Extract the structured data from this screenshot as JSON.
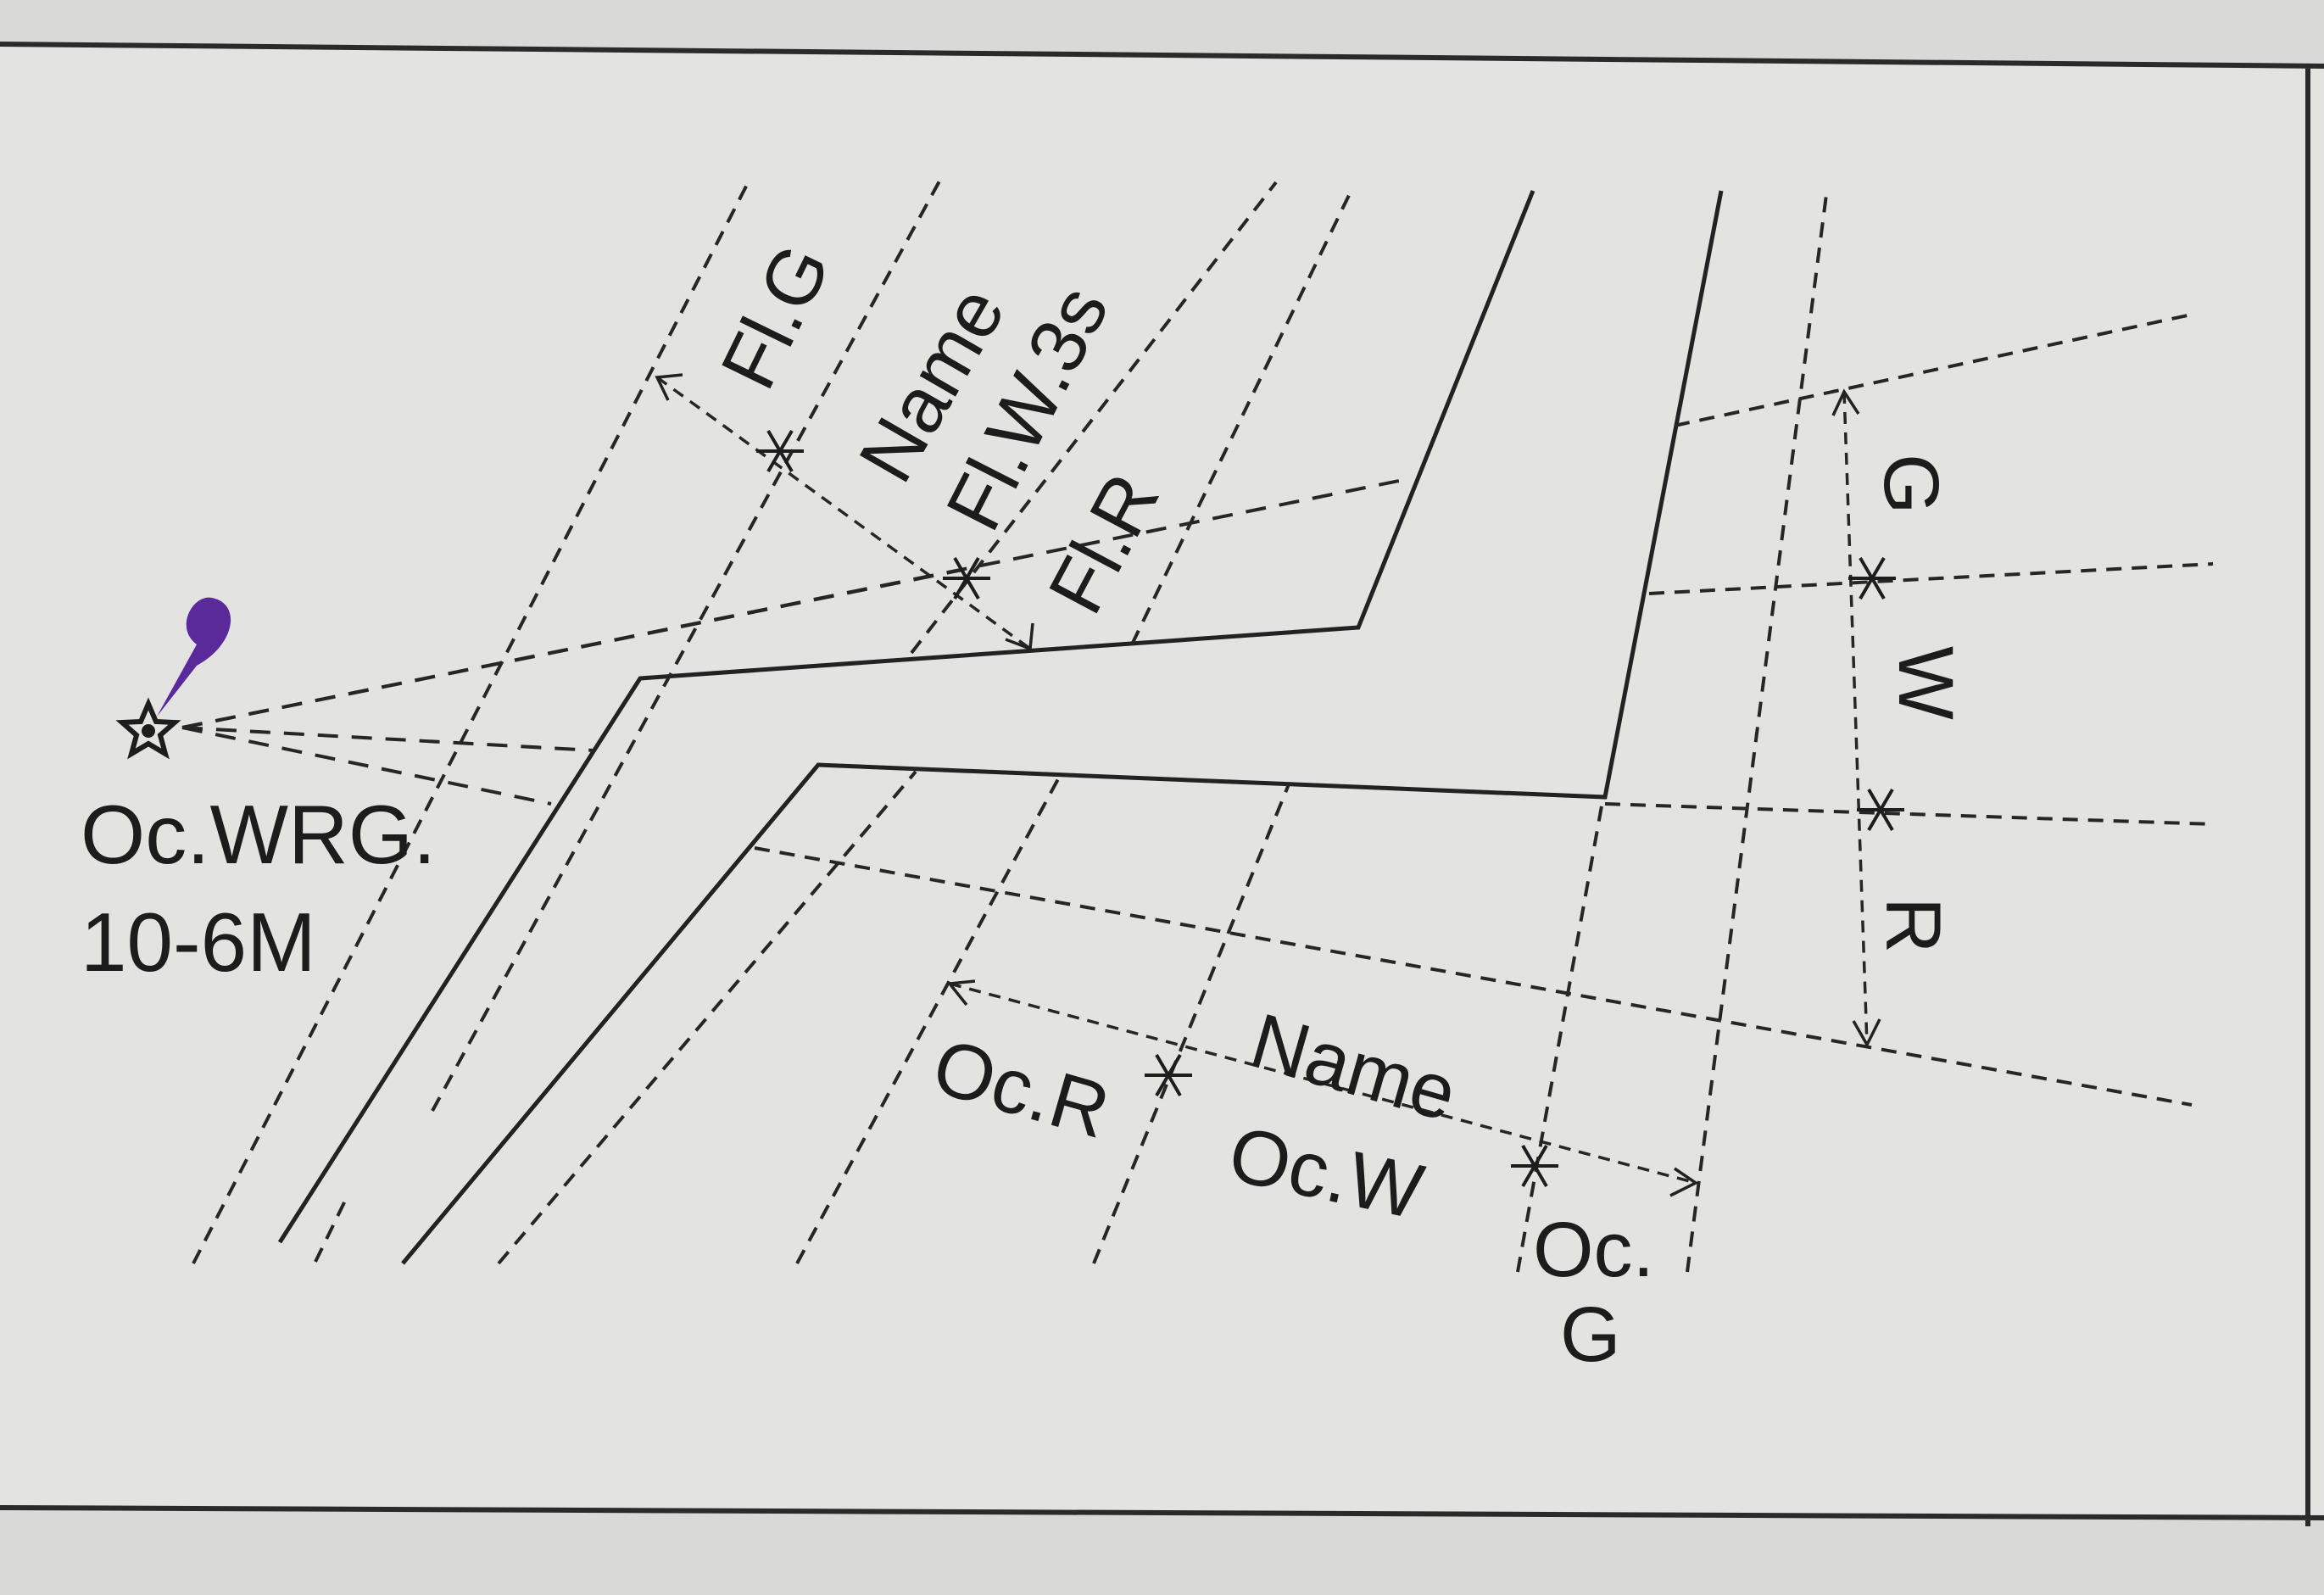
{
  "colors": {
    "paper": "#d9d9d7",
    "card": "#e3e3e1",
    "ink": "#1c1c1c",
    "pin": "#5b2a9a"
  },
  "icons": {
    "pin": "map-pin-icon",
    "light": "light-star-icon"
  },
  "main_light": {
    "characteristic": "Oc.WRG.",
    "range": "10-6M"
  },
  "upper_channel": {
    "sector_left": "Fl.G",
    "name": "Name",
    "leading_light": "Fl.W.3s",
    "sector_right": "Fl.R"
  },
  "lower_channel": {
    "sector_left": "Oc.R",
    "name": "Name",
    "leading_light": "Oc.W",
    "sector_right_line1": "Oc.",
    "sector_right_line2": "G"
  },
  "right_sectors": {
    "top": "G",
    "middle": "W",
    "bottom": "R"
  }
}
